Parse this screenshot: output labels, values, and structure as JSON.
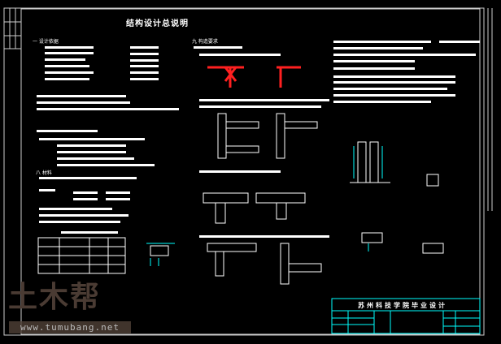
{
  "drawing": {
    "title": "结构设计总说明",
    "sections": {
      "basis": "一 设计依据",
      "materials": "八 材料",
      "details": "九 构造要求"
    }
  },
  "title_block": {
    "school": "苏州科技学院毕业设计"
  },
  "watermark": {
    "logo": "土木帮",
    "url": "www.tumubang.net"
  },
  "colors": {
    "background": "#000000",
    "lines": "#ffffff",
    "accent_cyan": "#00ffff",
    "accent_red": "#ff2020"
  }
}
